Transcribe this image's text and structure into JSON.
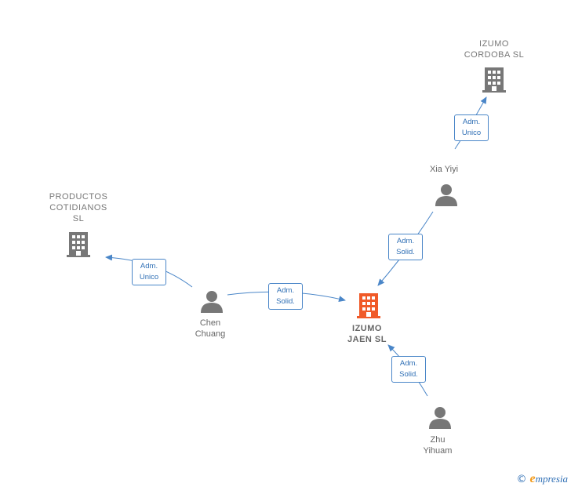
{
  "nodes": {
    "izumo_cordoba": {
      "line1": "IZUMO",
      "line2": "CORDOBA  SL"
    },
    "productos": {
      "line1": "PRODUCTOS",
      "line2": "COTIDIANOS",
      "line3": "SL"
    },
    "izumo_jaen": {
      "line1": "IZUMO",
      "line2": "JAEN  SL"
    },
    "xia_yiyi": {
      "line1": "Xia Yiyi"
    },
    "chen_chuang": {
      "line1": "Chen",
      "line2": "Chuang"
    },
    "zhu_yihuam": {
      "line1": "Zhu",
      "line2": "Yihuam"
    }
  },
  "edges": {
    "xia_to_cordoba": {
      "line1": "Adm.",
      "line2": "Unico"
    },
    "xia_to_jaen": {
      "line1": "Adm.",
      "line2": "Solid."
    },
    "chen_to_productos": {
      "line1": "Adm.",
      "line2": "Unico"
    },
    "chen_to_jaen": {
      "line1": "Adm.",
      "line2": "Solid."
    },
    "zhu_to_jaen": {
      "line1": "Adm.",
      "line2": "Solid."
    }
  },
  "colors": {
    "edge": "#4a86c8",
    "company_icon": "#777777",
    "main_company_icon": "#f05a28",
    "person_icon": "#777777"
  },
  "footer": {
    "copyright": "©",
    "brand_initial": "e",
    "brand_rest": "mpresia"
  }
}
